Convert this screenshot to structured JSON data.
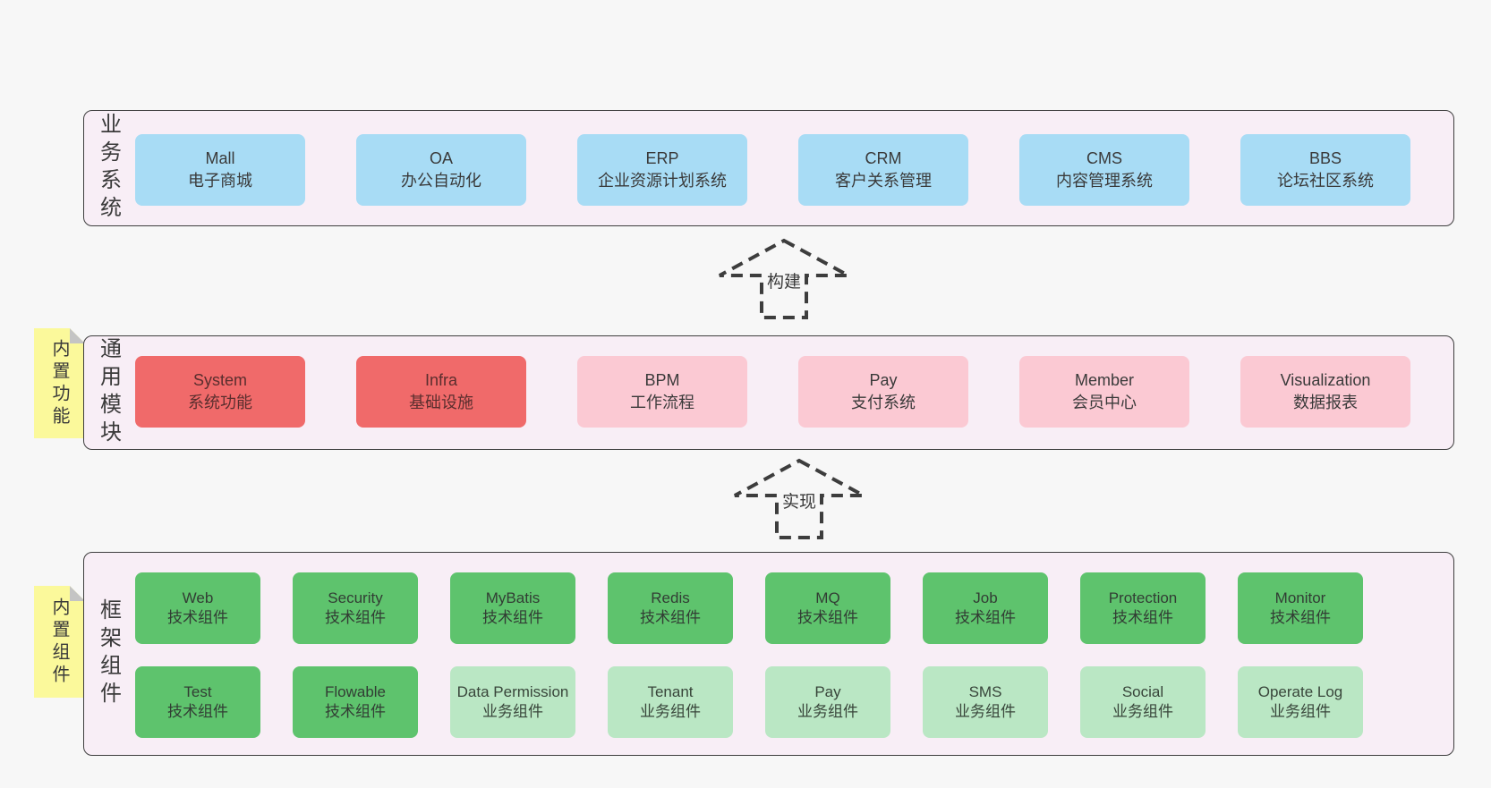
{
  "colors": {
    "background": "#f7f7f7",
    "containerFill": "#f8eef6",
    "containerBorder": "#3e3e3e",
    "blue": "#a8dcf5",
    "red": "#f06a6a",
    "redText": "#5a2e2e",
    "pink": "#fbc9d3",
    "greendark": "#5ec36d",
    "greenlight": "#bae7c4",
    "sticky": "#fbf99b",
    "stickyFold": "#c4c4c4",
    "arrow": "#3d3d3d",
    "text": "#3a3a3a"
  },
  "arrows": [
    {
      "label": "构建"
    },
    {
      "label": "实现"
    }
  ],
  "stickies": [
    {
      "label": "内置功能"
    },
    {
      "label": "内置组件"
    }
  ],
  "sections": {
    "business": {
      "label": "业务系统",
      "boxes": [
        {
          "title": "Mall",
          "subtitle": "电子商城",
          "style": "blue"
        },
        {
          "title": "OA",
          "subtitle": "办公自动化",
          "style": "blue"
        },
        {
          "title": "ERP",
          "subtitle": "企业资源计划系统",
          "style": "blue"
        },
        {
          "title": "CRM",
          "subtitle": "客户关系管理",
          "style": "blue"
        },
        {
          "title": "CMS",
          "subtitle": "内容管理系统",
          "style": "blue"
        },
        {
          "title": "BBS",
          "subtitle": "论坛社区系统",
          "style": "blue"
        }
      ]
    },
    "modules": {
      "label": "通用模块",
      "boxes": [
        {
          "title": "System",
          "subtitle": "系统功能",
          "style": "red"
        },
        {
          "title": "Infra",
          "subtitle": "基础设施",
          "style": "red"
        },
        {
          "title": "BPM",
          "subtitle": "工作流程",
          "style": "pink"
        },
        {
          "title": "Pay",
          "subtitle": "支付系统",
          "style": "pink"
        },
        {
          "title": "Member",
          "subtitle": "会员中心",
          "style": "pink"
        },
        {
          "title": "Visualization",
          "subtitle": "数据报表",
          "style": "pink"
        }
      ]
    },
    "components": {
      "label": "框架组件",
      "rows": [
        [
          {
            "title": "Web",
            "subtitle": "技术组件",
            "style": "greendark"
          },
          {
            "title": "Security",
            "subtitle": "技术组件",
            "style": "greendark"
          },
          {
            "title": "MyBatis",
            "subtitle": "技术组件",
            "style": "greendark"
          },
          {
            "title": "Redis",
            "subtitle": "技术组件",
            "style": "greendark"
          },
          {
            "title": "MQ",
            "subtitle": "技术组件",
            "style": "greendark"
          },
          {
            "title": "Job",
            "subtitle": "技术组件",
            "style": "greendark"
          },
          {
            "title": "Protection",
            "subtitle": "技术组件",
            "style": "greendark"
          },
          {
            "title": "Monitor",
            "subtitle": "技术组件",
            "style": "greendark"
          }
        ],
        [
          {
            "title": "Test",
            "subtitle": "技术组件",
            "style": "greendark"
          },
          {
            "title": "Flowable",
            "subtitle": "技术组件",
            "style": "greendark"
          },
          {
            "title": "Data Permission",
            "subtitle": "业务组件",
            "style": "greenlight"
          },
          {
            "title": "Tenant",
            "subtitle": "业务组件",
            "style": "greenlight"
          },
          {
            "title": "Pay",
            "subtitle": "业务组件",
            "style": "greenlight"
          },
          {
            "title": "SMS",
            "subtitle": "业务组件",
            "style": "greenlight"
          },
          {
            "title": "Social",
            "subtitle": "业务组件",
            "style": "greenlight"
          },
          {
            "title": "Operate Log",
            "subtitle": "业务组件",
            "style": "greenlight"
          }
        ]
      ]
    }
  }
}
